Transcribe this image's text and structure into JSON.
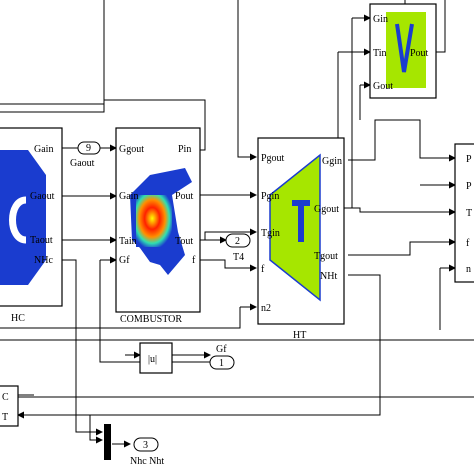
{
  "blocks": {
    "hc": {
      "name": "HC",
      "ports": {
        "gain": "Gain",
        "gaout": "Gaout",
        "taout": "Taout",
        "nhc": "NHc"
      },
      "icon_letter": "C"
    },
    "combustor": {
      "name": "COMBUSTOR",
      "ports": {
        "ggout": "Ggout",
        "gain": "Gain",
        "tain": "Tain",
        "gf": "Gf",
        "pin": "Pin",
        "pout": "Pout",
        "tout": "Tout",
        "f": "f"
      }
    },
    "ht": {
      "name": "HT",
      "ports": {
        "pgout": "Pgout",
        "pgin": "Pgin",
        "tgin": "Tgin",
        "f": "f",
        "n2": "n2",
        "ggin": "Ggin",
        "ggout": "Ggout",
        "tgout": "Tgout",
        "nht": "NHt"
      },
      "icon_letter": "T"
    },
    "volume": {
      "ports": {
        "gin": "Gin",
        "tin": "Tin",
        "gout": "Gout",
        "pout": "Pout"
      },
      "icon_letter": "V"
    },
    "abs": {
      "label": "|u|"
    },
    "right_block": {
      "ports": [
        "P",
        "P",
        "T",
        "f",
        "n"
      ]
    },
    "left_block": {
      "ports": [
        "C",
        "T"
      ]
    }
  },
  "outports": [
    {
      "number": "9",
      "label": "Gaout"
    },
    {
      "number": "2",
      "label": "T4"
    },
    {
      "number": "1",
      "label": "Gf"
    },
    {
      "number": "3",
      "label": "Nhc Nht"
    }
  ],
  "colors": {
    "compressor_fill": "#1a3ccf",
    "turbine_fill": "#a6e600",
    "volume_fill": "#a6e600",
    "icon_stroke": "#1a3ccf"
  }
}
